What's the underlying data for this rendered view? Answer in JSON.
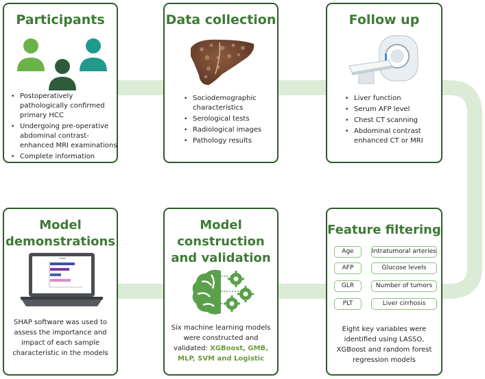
{
  "participants": {
    "title": "Participants",
    "items": [
      "Postoperatively pathologically confirmed primary HCC",
      "Undergoing pre-operative abdominal contrast-enhanced MRI examinations",
      "Complete information"
    ]
  },
  "data_collection": {
    "title": "Data collection",
    "items": [
      "Sociodemographic characteristics",
      "Serological tests",
      "Radiological images",
      "Pathology results"
    ]
  },
  "follow_up": {
    "title": "Follow up",
    "items": [
      "Liver function",
      "Serum AFP level",
      "Chest CT scanning",
      "Abdominal contrast enhanced CT or MRI"
    ]
  },
  "feature_filtering": {
    "title": "Feature filtering",
    "features_left": [
      "Age",
      "AFP",
      "GLR",
      "PLT"
    ],
    "features_right": [
      "Intratumoral arteries",
      "Glucose levels",
      "Number of tumors",
      "Liver cirrhosis"
    ],
    "description": "Eight key variables were identified using LASSO, XGBoost and random forest regression models"
  },
  "model_construction": {
    "title_line1": "Model",
    "title_line2": "construction",
    "title_line3": "and  validation",
    "description": "Six machine learning models were constructed and validated:",
    "models": "XGBoost, GMB, MLP, SVM and Logistic"
  },
  "model_demonstrations": {
    "title_line1": "Model",
    "title_line2": "demonstrations",
    "description": "SHAP software was used to assess the importance and impact of each sample characteristic in the models"
  },
  "colors": {
    "title_green": "#3d7a35",
    "border": "#2f5a2a",
    "connector": "#dcebd6",
    "people_light": "#6cb24a",
    "people_dark": "#2e5b3c",
    "people_teal": "#1f9a8c"
  }
}
